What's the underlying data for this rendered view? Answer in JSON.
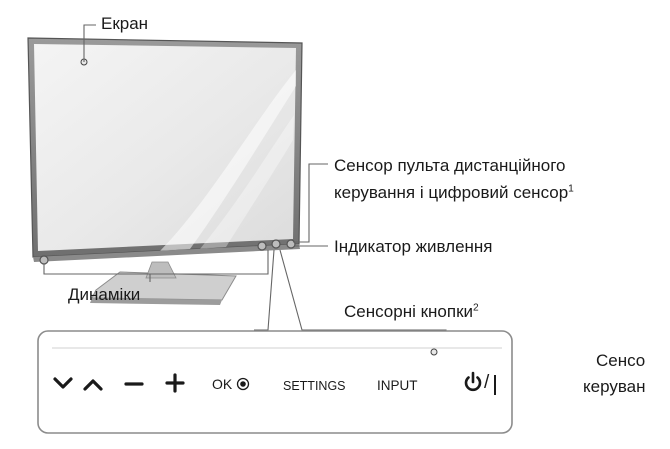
{
  "labels": {
    "screen": "Екран",
    "remote_sensor_line1": "Сенсор пульта дистанційного",
    "remote_sensor_line2": "керування і цифровий сенсор",
    "remote_sensor_sup": "1",
    "power_indicator": "Індикатор живлення",
    "speakers": "Динаміки",
    "touch_buttons": "Сенсорні кнопки",
    "touch_buttons_sup": "2",
    "cut_line1": "Сенсо",
    "cut_line2": "керуван"
  },
  "buttons": {
    "ok": "OK",
    "settings": "SETTINGS",
    "input": "INPUT",
    "power_slash": "/"
  },
  "icons": {
    "down": "chevron-down-icon",
    "up": "chevron-up-icon",
    "minus": "minus-icon",
    "plus": "plus-icon",
    "ok_dot": "radio-dot-icon",
    "power": "power-icon"
  }
}
